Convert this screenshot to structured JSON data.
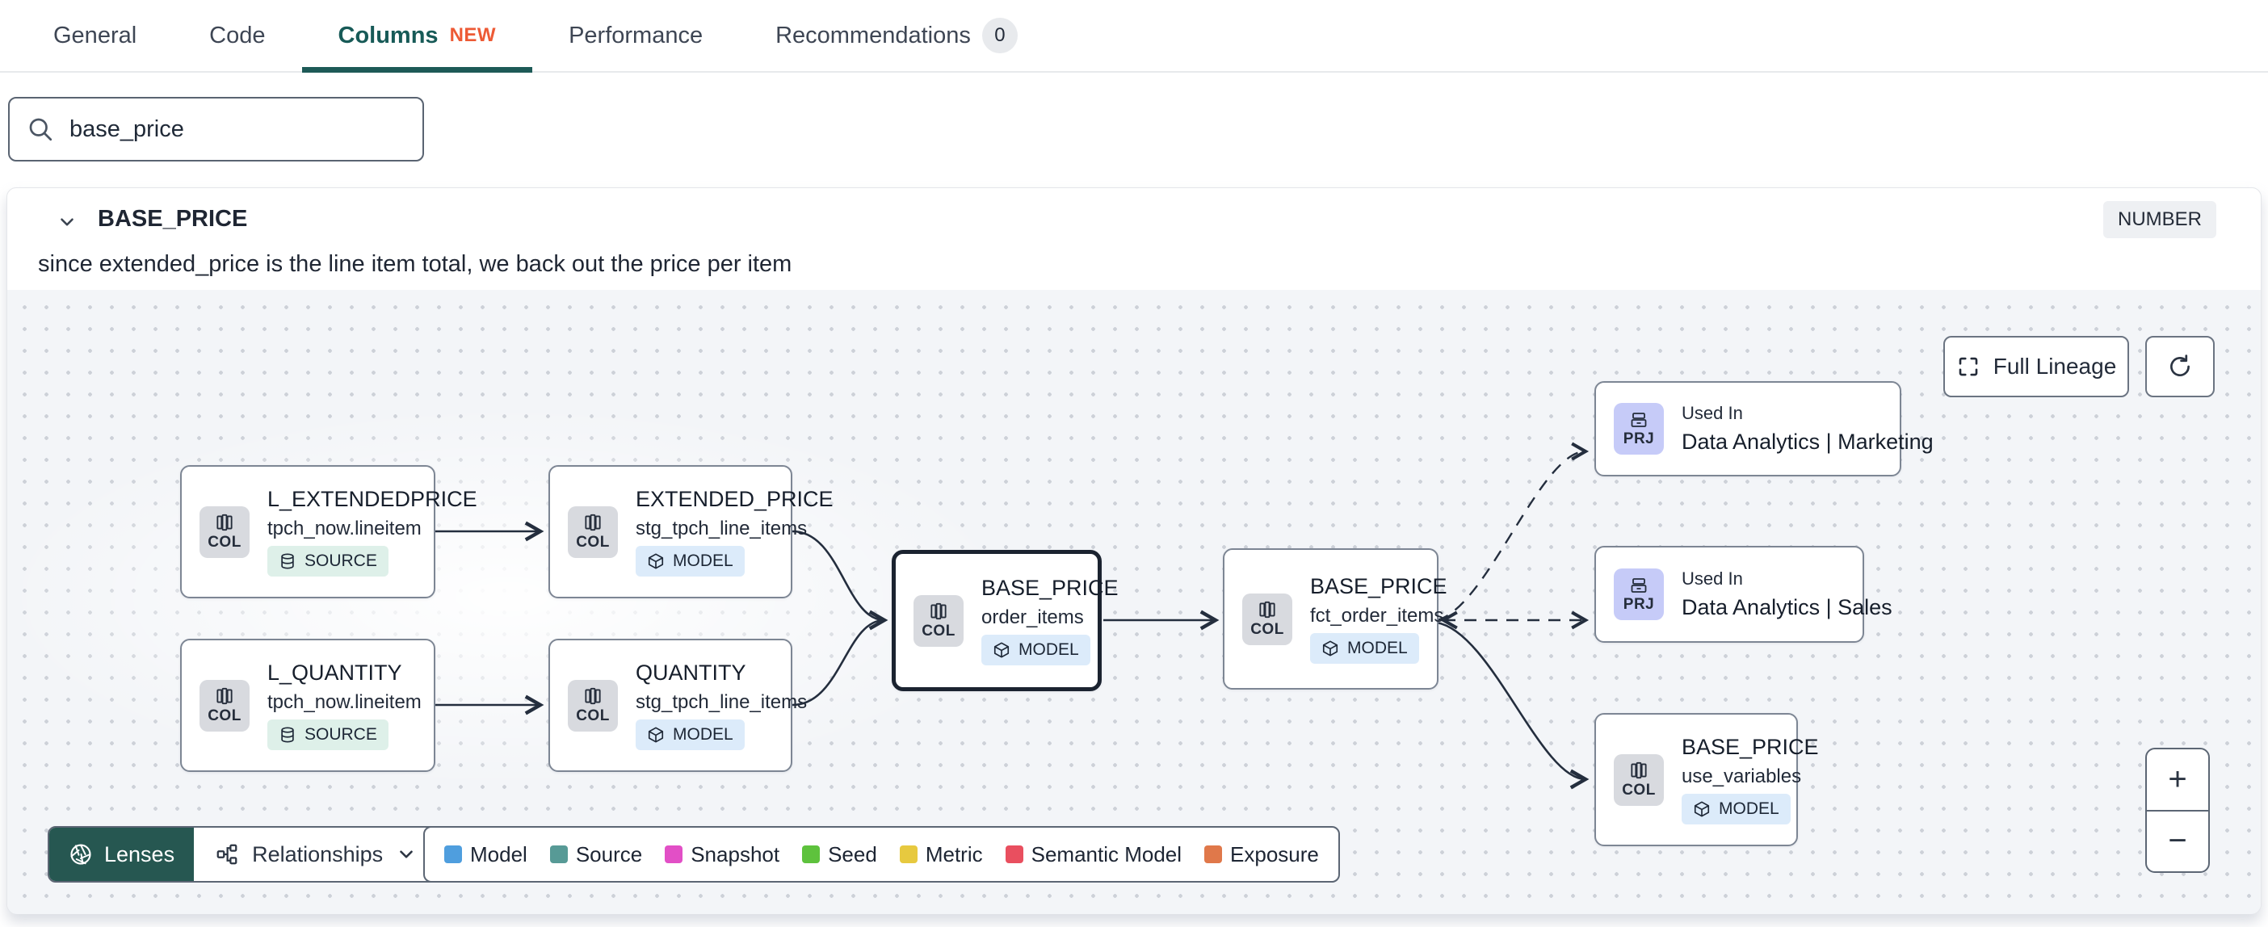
{
  "tabs": {
    "items": [
      {
        "label": "General"
      },
      {
        "label": "Code"
      },
      {
        "label": "Columns",
        "badge": "NEW"
      },
      {
        "label": "Performance"
      },
      {
        "label": "Recommendations",
        "count": "0"
      }
    ]
  },
  "search": {
    "value": "base_price"
  },
  "column_panel": {
    "name": "BASE_PRICE",
    "type_badge": "NUMBER",
    "description": "since extended_price is the line item total, we back out the price per item"
  },
  "lineage": {
    "controls": {
      "full_lineage_label": "Full Lineage"
    },
    "nodes": [
      {
        "title": "L_EXTENDEDPRICE",
        "subtitle": "tpch_now.lineitem",
        "chip": "COL",
        "badge": "SOURCE"
      },
      {
        "title": "L_QUANTITY",
        "subtitle": "tpch_now.lineitem",
        "chip": "COL",
        "badge": "SOURCE"
      },
      {
        "title": "EXTENDED_PRICE",
        "subtitle": "stg_tpch_line_items",
        "chip": "COL",
        "badge": "MODEL"
      },
      {
        "title": "QUANTITY",
        "subtitle": "stg_tpch_line_items",
        "chip": "COL",
        "badge": "MODEL"
      },
      {
        "title": "BASE_PRICE",
        "subtitle": "order_items",
        "chip": "COL",
        "badge": "MODEL"
      },
      {
        "title": "BASE_PRICE",
        "subtitle": "fct_order_items",
        "chip": "COL",
        "badge": "MODEL"
      },
      {
        "label": "Used In",
        "title": "Data Analytics | Marketing",
        "chip": "PRJ"
      },
      {
        "label": "Used In",
        "title": "Data Analytics | Sales",
        "chip": "PRJ"
      },
      {
        "title": "BASE_PRICE",
        "subtitle": "use_variables",
        "chip": "COL",
        "badge": "MODEL"
      }
    ],
    "toolbar": {
      "lenses_label": "Lenses",
      "relationships_label": "Relationships"
    },
    "legend": {
      "items": [
        {
          "label": "Model",
          "color": "#4f9ede"
        },
        {
          "label": "Source",
          "color": "#579a96"
        },
        {
          "label": "Snapshot",
          "color": "#e24fc6"
        },
        {
          "label": "Seed",
          "color": "#5ec23d"
        },
        {
          "label": "Metric",
          "color": "#e7c93f"
        },
        {
          "label": "Semantic Model",
          "color": "#e94f5f"
        },
        {
          "label": "Exposure",
          "color": "#e0784a"
        }
      ]
    },
    "zoom": {
      "in": "+",
      "out": "−"
    }
  },
  "colors": {
    "active_tab": "#1d5a57",
    "new_badge": "#ed5a35",
    "lenses_button": "#265751",
    "source_badge_bg": "#def0e9",
    "model_badge_bg": "#dcebfa",
    "edge": "#242e3e"
  }
}
